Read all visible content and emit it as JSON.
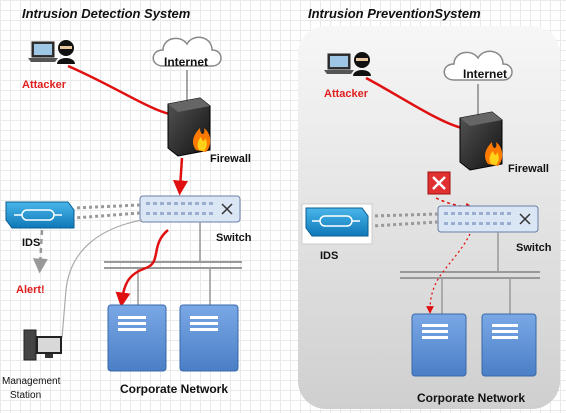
{
  "ids_panel": {
    "title": "Intrusion Detection System",
    "attacker": "Attacker",
    "internet": "Internet",
    "firewall": "Firewall",
    "switch": "Switch",
    "ids": "IDS",
    "alert": "Alert!",
    "management_line1": "Management",
    "management_line2": "Station",
    "corporate": "Corporate Network"
  },
  "ips_panel": {
    "title": "Intrusion PreventionSystem",
    "attacker": "Attacker",
    "internet": "Internet",
    "firewall": "Firewall",
    "switch": "Switch",
    "ids": "IDS",
    "corporate": "Corporate Network"
  },
  "colors": {
    "attack": "#e01010",
    "switch": "#dbe6f5",
    "server": "#5b8fd3",
    "ids": "#1a8fd0",
    "ips_bg": "#dedede"
  }
}
